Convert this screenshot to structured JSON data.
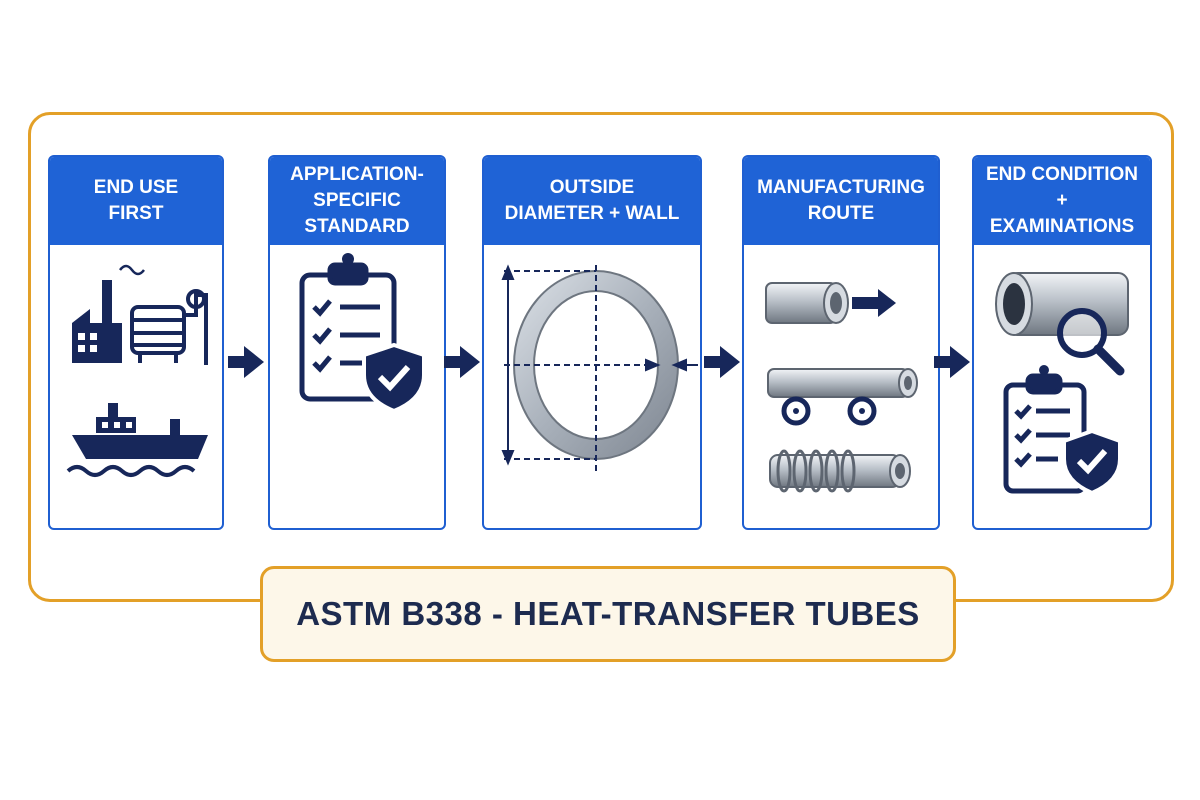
{
  "colors": {
    "navy": "#17275a",
    "blue": "#1f63d6",
    "orange": "#e3a028",
    "steel": "#a9b1bb"
  },
  "steps": [
    {
      "label": "END USE\nFIRST",
      "icons": [
        "factory-icon",
        "heat-exchanger-icon",
        "ship-icon"
      ]
    },
    {
      "label": "APPLICATION-\nSPECIFIC\nSTANDARD",
      "icons": [
        "clipboard-checklist-icon",
        "shield-check-icon"
      ]
    },
    {
      "label": "OUTSIDE\nDIAMETER + WALL",
      "icons": [
        "tube-cross-section-icon",
        "dimension-arrows-icon"
      ]
    },
    {
      "label": "MANUFACTURING\nROUTE",
      "icons": [
        "tube-extrusion-icon",
        "tube-rolling-icon",
        "finned-tube-icon"
      ]
    },
    {
      "label": "END CONDITION +\nEXAMINATIONS",
      "icons": [
        "tube-icon",
        "magnifier-icon",
        "clipboard-checklist-icon",
        "shield-check-icon"
      ]
    }
  ],
  "title": "ASTM B338 - HEAT-TRANSFER TUBES"
}
